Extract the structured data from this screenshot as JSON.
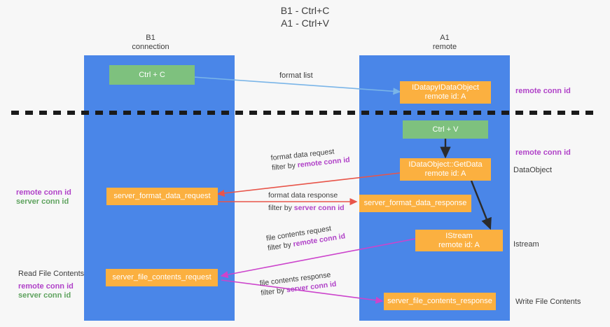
{
  "title": {
    "line1": "B1 - Ctrl+C",
    "line2": "A1 - Ctrl+V"
  },
  "columns": [
    {
      "name": "B1",
      "sub": "connection"
    },
    {
      "name": "A1",
      "sub": "remote"
    }
  ],
  "boxes": {
    "ctrl_c": {
      "label": "Ctrl + C"
    },
    "idataobject_top": {
      "line1": "IDataруIDataObject",
      "line2": "remote id: A"
    },
    "ctrl_v": {
      "label": "Ctrl + V"
    },
    "getdata": {
      "line1": "IDataObject::GetData",
      "line2": "remote id: A"
    },
    "server_format_data_request": {
      "label": "server_format_data_request"
    },
    "server_format_data_response": {
      "label": "server_format_data_response"
    },
    "istream": {
      "line1": "IStream",
      "line2": "remote id: A"
    },
    "server_file_contents_request": {
      "label": "server_file_contents_request"
    },
    "server_file_contents_response": {
      "label": "server_file_contents_response"
    }
  },
  "edge_labels": {
    "format_list": "format list",
    "format_data_request": "format data request",
    "format_data_request_filter_prefix": "filter by ",
    "format_data_request_filter_key": "remote conn id",
    "format_data_response": "format data response",
    "format_data_response_filter_prefix": "filter by ",
    "format_data_response_filter_key": "server conn id",
    "file_contents_request": "file contents request",
    "file_contents_request_filter_prefix": "filter by ",
    "file_contents_request_filter_key": "remote conn id",
    "file_contents_response": "file contents response",
    "file_contents_response_filter_prefix": "filter by ",
    "file_contents_response_filter_key": "server conn id"
  },
  "side_labels": {
    "right_remote_conn_id_top": "remote conn id",
    "right_remote_conn_id_mid": "remote conn id",
    "right_dataobject": "DataObject",
    "right_istream": "Istream",
    "right_write_file_contents": "Write File Contents",
    "left_remote_conn_id_mid": "remote conn id",
    "left_server_conn_id_mid": "server conn id",
    "left_read_file_contents": "Read File Contents",
    "left_remote_conn_id_bottom": "remote conn id",
    "left_server_conn_id_bottom": "server conn id"
  },
  "colors": {
    "column_blue": "#4a86e8",
    "box_green": "#7ec17e",
    "box_orange": "#fbb040",
    "accent_purple": "#b042c8",
    "accent_green": "#5fa35f",
    "arrow_light_blue": "#7ab5e8",
    "arrow_dark": "#2b2b2b",
    "arrow_red": "#e8554a",
    "arrow_magenta": "#cc44cc",
    "background": "#f7f7f7",
    "divider": "#1a1a1a"
  }
}
